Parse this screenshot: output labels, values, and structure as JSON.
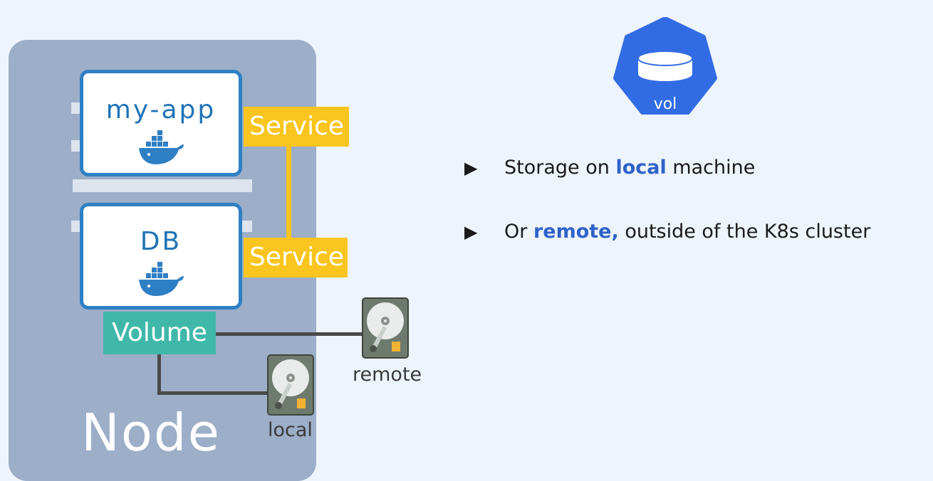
{
  "node": {
    "label": "Node"
  },
  "pods": [
    {
      "title": "my-app"
    },
    {
      "title": "DB"
    }
  ],
  "services": [
    {
      "label": "Service"
    },
    {
      "label": "Service"
    }
  ],
  "volume": {
    "label": "Volume"
  },
  "storage": {
    "local_label": "local",
    "remote_label": "remote"
  },
  "k8s_icon": {
    "label": "vol",
    "icon": "kubernetes-volume-icon"
  },
  "bullets": [
    {
      "before": "Storage on ",
      "highlight": "local",
      "after": " machine"
    },
    {
      "before": "Or ",
      "highlight": "remote,",
      "after": " outside of the K8s cluster"
    }
  ],
  "colors": {
    "background": "#eef4fc",
    "node": "#9caec8",
    "pod_border": "#2f7fc4",
    "service": "#f9c51e",
    "volume": "#3fb8a9",
    "highlight": "#2f62c9",
    "k8s_blue": "#326ce5"
  }
}
